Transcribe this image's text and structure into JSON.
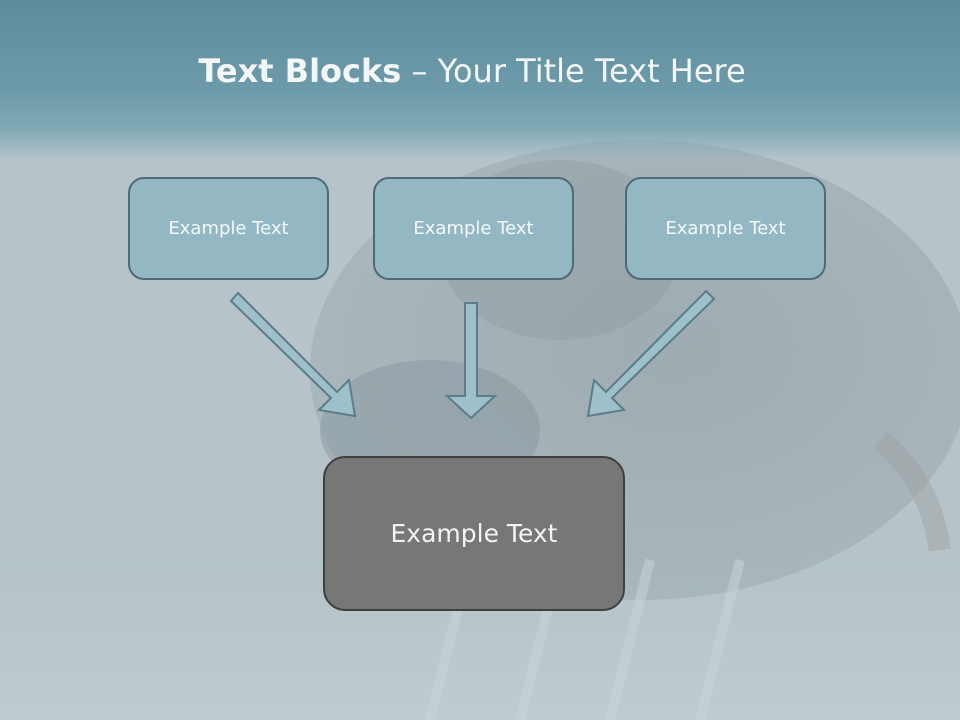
{
  "title": {
    "bold": "Text Blocks",
    "separator": " – ",
    "rest": "Your Title Text Here"
  },
  "blocks": [
    {
      "label": "Example Text"
    },
    {
      "label": "Example Text"
    },
    {
      "label": "Example Text"
    }
  ],
  "result": {
    "label": "Example Text"
  },
  "colors": {
    "header": "#6c9aa9",
    "block_fill": "#93b8c4",
    "block_border": "#4e6a77",
    "result_fill": "#777777",
    "arrow_fill": "#9ec0cb"
  }
}
